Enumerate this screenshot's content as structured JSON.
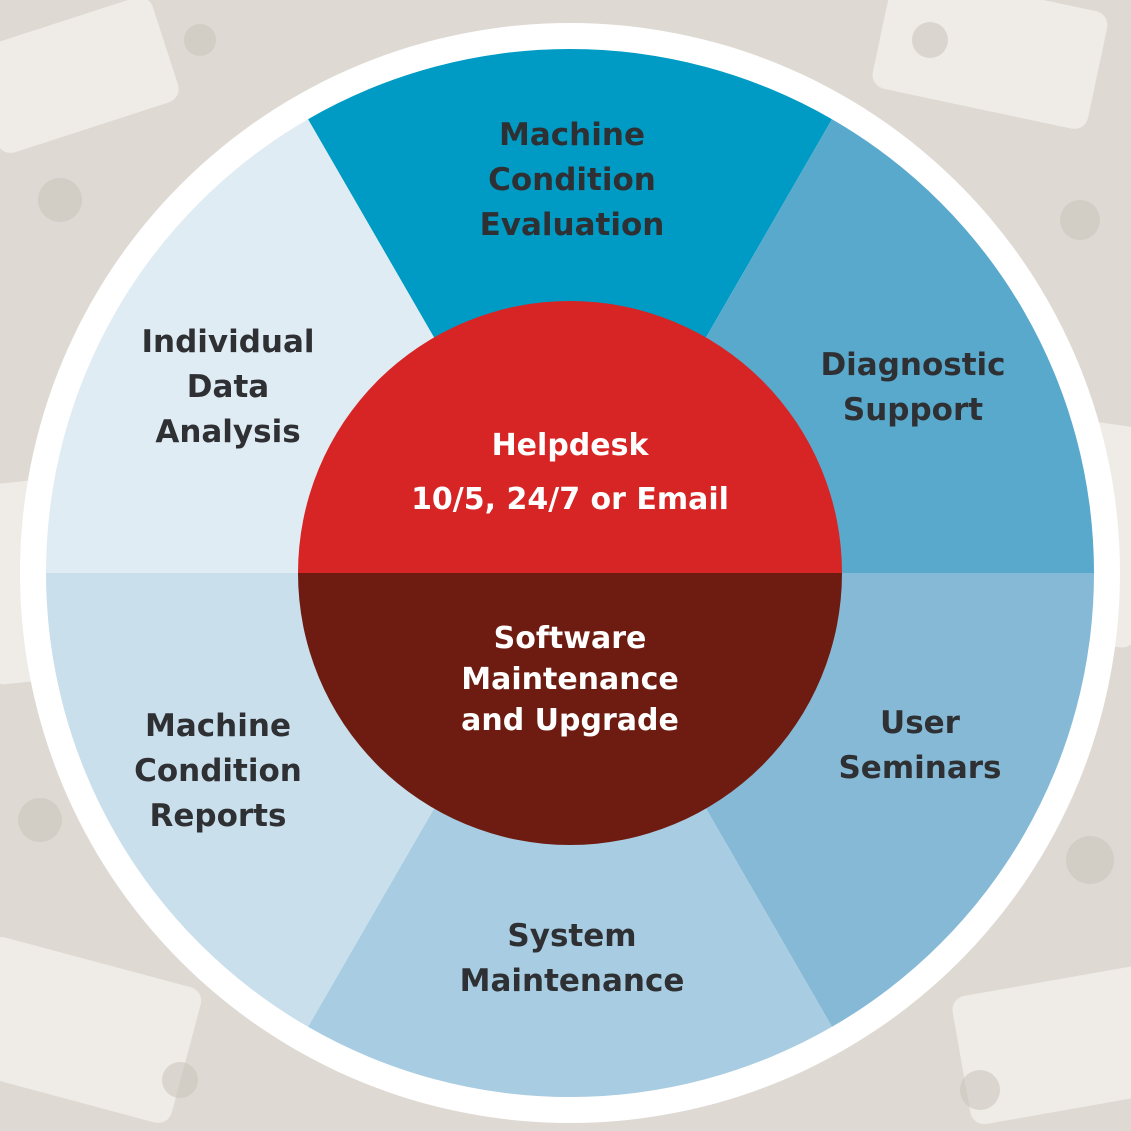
{
  "segments": [
    {
      "id": "machine-condition-evaluation",
      "lines": [
        "Machine",
        "Condition",
        "Evaluation"
      ],
      "color": "#009bc4"
    },
    {
      "id": "diagnostic-support",
      "lines": [
        "Diagnostic",
        "Support"
      ],
      "color": "#59a9cd"
    },
    {
      "id": "user-seminars",
      "lines": [
        "User",
        "Seminars"
      ],
      "color": "#85b9d6"
    },
    {
      "id": "system-maintenance",
      "lines": [
        "System",
        "Maintenance"
      ],
      "color": "#a8cce1"
    },
    {
      "id": "machine-condition-reports",
      "lines": [
        "Machine",
        "Condition",
        "Reports"
      ],
      "color": "#c9dfec"
    },
    {
      "id": "individual-data-analysis",
      "lines": [
        "Individual",
        "Data",
        "Analysis"
      ],
      "color": "#e0ecf4"
    }
  ],
  "center": {
    "top": {
      "lines": [
        "Helpdesk",
        "10/5, 24/7 or Email"
      ],
      "color": "#d72424"
    },
    "bottom": {
      "lines": [
        "Software",
        "Maintenance",
        "and Upgrade"
      ],
      "color": "#6e1c12"
    }
  },
  "colors": {
    "ring": "#ffffff",
    "label_text": "#2e3033",
    "center_text": "#ffffff",
    "background": "#ded9d3"
  }
}
